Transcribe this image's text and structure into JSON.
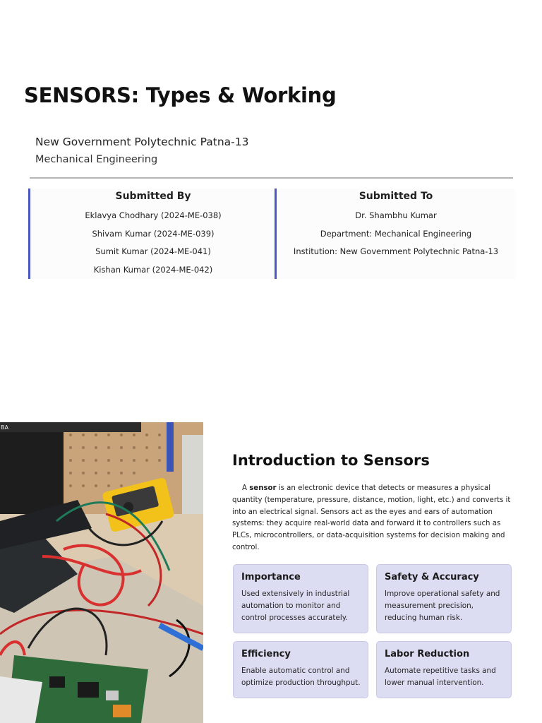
{
  "cover": {
    "title": "SENSORS: Types & Working",
    "institution": "New Government Polytechnic Patna-13",
    "department": "Mechanical Engineering",
    "submitted_by": {
      "heading": "Submitted By",
      "members": [
        "Eklavya Chodhary (2024-ME-038)",
        "Shivam Kumar (2024-ME-039)",
        "Sumit Kumar (2024-ME-041)",
        "Kishan Kumar (2024-ME-042)"
      ]
    },
    "submitted_to": {
      "heading": "Submitted To",
      "lines": [
        "Dr. Shambhu Kumar",
        "Department: Mechanical Engineering",
        "Institution: New Government Polytechnic Patna-13"
      ]
    }
  },
  "intro": {
    "title": "Introduction to Sensors",
    "para_prefix": "A ",
    "para_bold": "sensor",
    "para_rest": " is an electronic device that detects or measures a physical quantity (temperature, pressure, distance, motion, light, etc.) and converts it into an electrical signal. Sensors act as the eyes and ears of automation systems: they acquire real-world data and forward it to controllers such as PLCs, microcontrollers, or data-acquisition systems for decision making and control.",
    "cards": [
      {
        "title": "Importance",
        "text": "Used extensively in industrial automation to monitor and control processes accurately."
      },
      {
        "title": "Safety & Accuracy",
        "text": "Improve operational safety and measurement precision, reducing human risk."
      },
      {
        "title": "Efficiency",
        "text": "Enable automatic control and optimize production throughput."
      },
      {
        "title": "Labor Reduction",
        "text": "Automate repetitive tasks and lower manual intervention."
      }
    ]
  },
  "photo": {
    "corner_text": "BA"
  },
  "colors": {
    "accent": "#4a56c4",
    "card_bg": "#dcdcf2"
  }
}
